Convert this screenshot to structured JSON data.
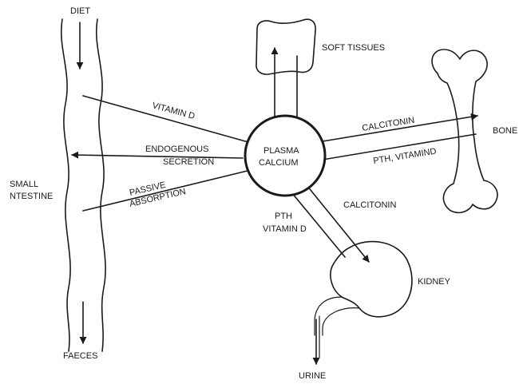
{
  "labels": {
    "diet": "DIET",
    "soft_tissues": "SOFT TISSUES",
    "vitamin_d": "VITAMIN D",
    "endogenous": "ENDOGENOUS",
    "secretion": "SECRETION",
    "passive": "PASSIVE",
    "absorption": "ABSORPTION",
    "small": "SMALL",
    "intestine": "NTESTINE",
    "plasma": "PLASMA",
    "calcium": "CALCIUM",
    "calcitonin_bone": "CALCITONIN",
    "bone": "BONE",
    "pth_vitamind": "PTH, VITAMIND",
    "calcitonin_kidney": "CALCITONIN",
    "pth": "PTH",
    "vitamin_d_kidney": "VITAMIN D",
    "kidney": "KIDNEY",
    "faeces": "FAECES",
    "urine": "URINE"
  }
}
